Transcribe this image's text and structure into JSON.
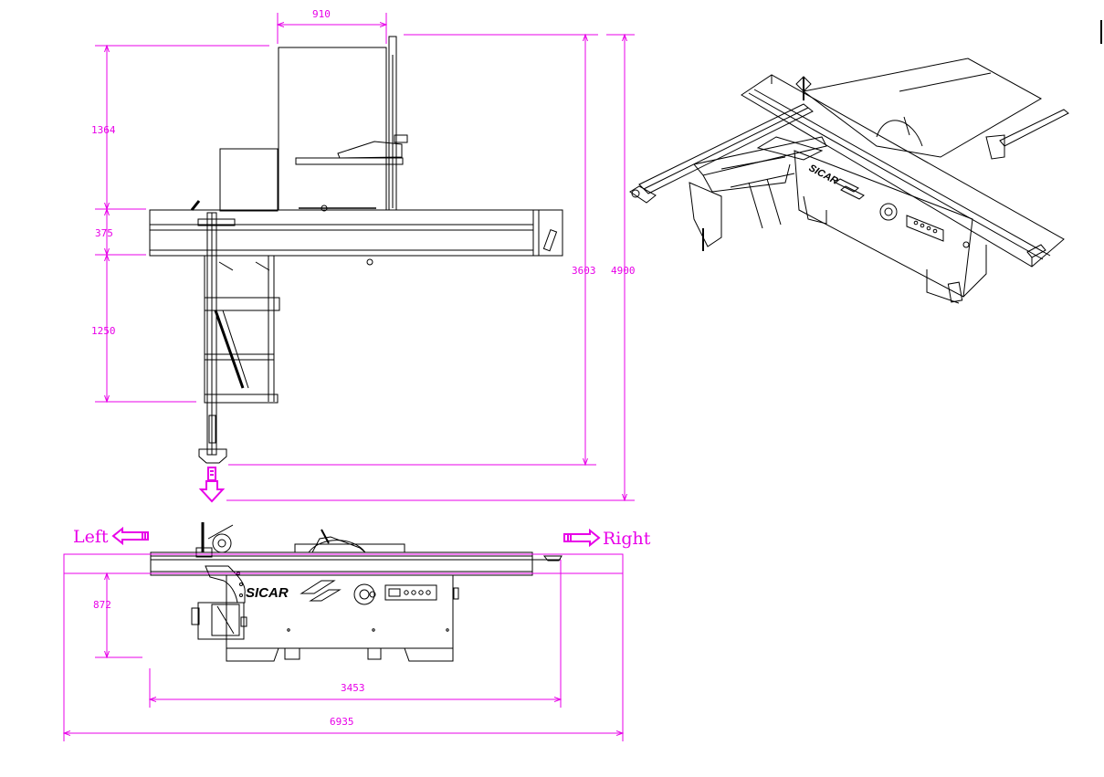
{
  "colors": {
    "dimension": "#e800e8",
    "drawing": "#000000",
    "background": "#ffffff"
  },
  "plan_view": {
    "dim_width_top": "910",
    "dim_depth_1": "1364",
    "dim_depth_2": "375",
    "dim_depth_3": "1250",
    "dim_total_depth": "3603",
    "dim_overall_depth": "4900"
  },
  "front_view": {
    "left_label": "Left",
    "right_label": "Right",
    "dim_height": "872",
    "dim_table_length": "3453",
    "dim_overall_length": "6935",
    "brand": "SICAR"
  },
  "isometric_view": {
    "brand": "SICAR"
  },
  "icons": [
    "arrow-down-icon",
    "arrow-left-icon",
    "arrow-right-icon"
  ]
}
